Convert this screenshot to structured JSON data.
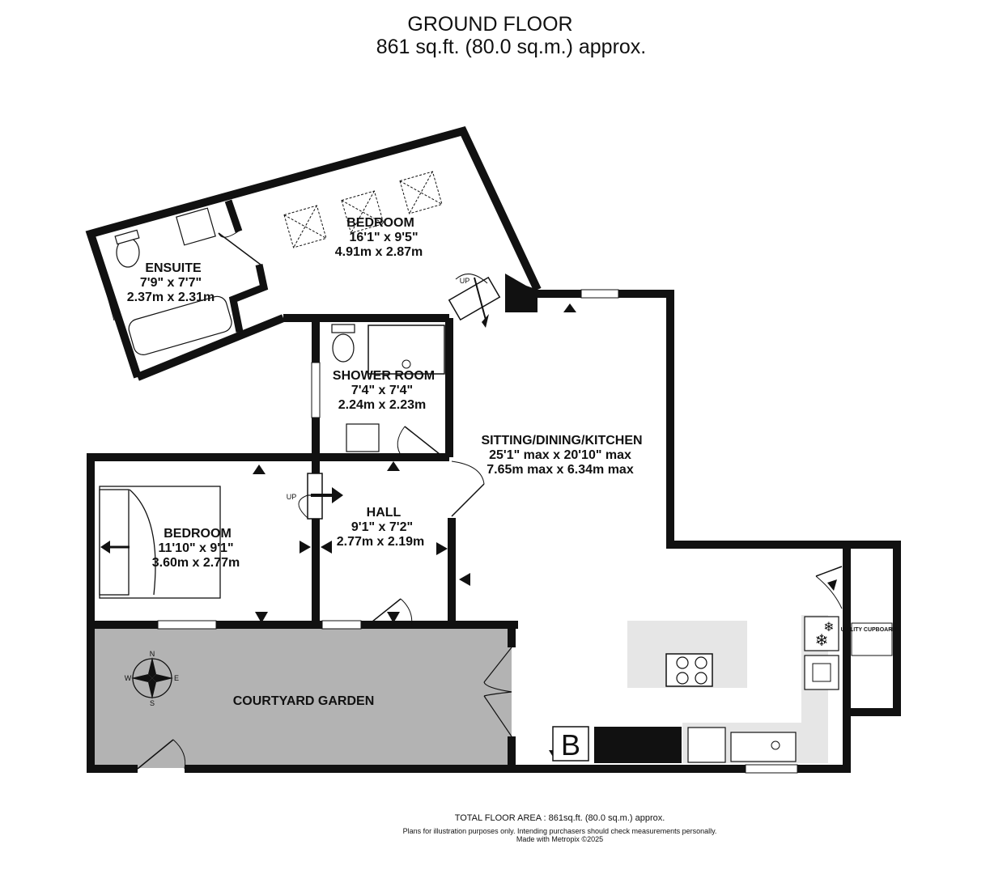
{
  "header": {
    "floor_name": "GROUND FLOOR",
    "floor_area": "861 sq.ft. (80.0 sq.m.) approx."
  },
  "rooms": {
    "bedroom_upper": {
      "name": "BEDROOM",
      "imperial": "16'1\"  x 9'5\"",
      "metric": "4.91m  x 2.87m"
    },
    "ensuite": {
      "name": "ENSUITE",
      "imperial": "7'9\"  x 7'7\"",
      "metric": "2.37m  x 2.31m"
    },
    "shower_room": {
      "name": "SHOWER ROOM",
      "imperial": "7'4\"  x 7'4\"",
      "metric": "2.24m  x 2.23m"
    },
    "kitchen": {
      "name": "SITTING/DINING/KITCHEN",
      "imperial": "25'1\" max x 20'10\" max",
      "metric": "7.65m max x 6.34m max"
    },
    "hall": {
      "name": "HALL",
      "imperial": "9'1\"  x 7'2\"",
      "metric": "2.77m  x 2.19m"
    },
    "bedroom_lower": {
      "name": "BEDROOM",
      "imperial": "11'10\"  x 9'1\"",
      "metric": "3.60m  x 2.77m"
    },
    "courtyard": {
      "name": "COURTYARD GARDEN"
    }
  },
  "labels": {
    "up_1": "UP",
    "up_2": "UP",
    "utility": "UTILITY CUPBOARD",
    "boiler": "B",
    "compass_n": "N",
    "compass_s": "S",
    "compass_e": "E",
    "compass_w": "W"
  },
  "footer": {
    "total": "TOTAL FLOOR AREA : 861sq.ft. (80.0 sq.m.) approx.",
    "disclaimer": "Plans for illustration purposes only. Intending purchasers should check measurements personally.",
    "credit": "Made with Metropix ©2025"
  },
  "colors": {
    "wall": "#111111",
    "courtyard_fill": "#b3b3b3",
    "fixture_fill": "#e6e6e6"
  }
}
